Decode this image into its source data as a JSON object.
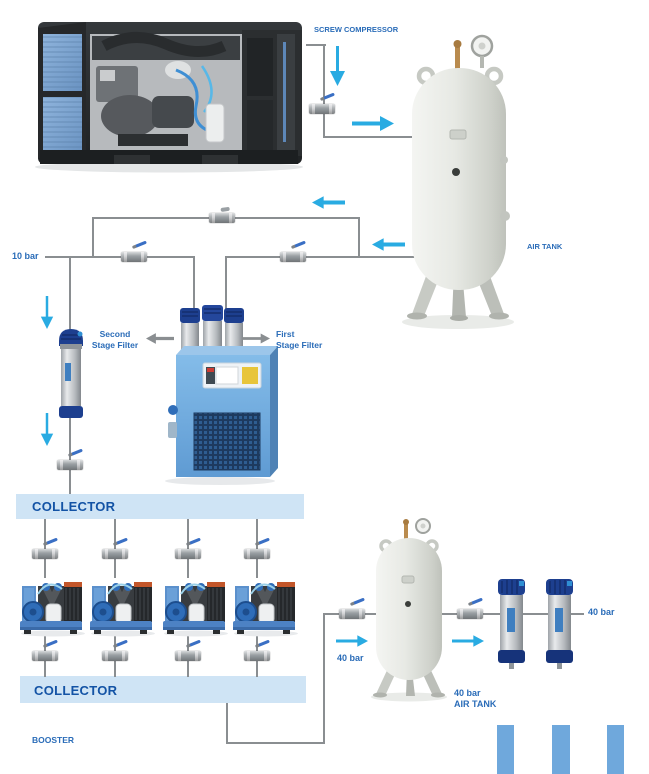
{
  "labels": {
    "screw_compressor": "SCREW COMPRESSOR",
    "air_tank": "AIR TANK",
    "pressure_main": "10 bar",
    "second_stage_filter": [
      "Second",
      "Stage Filter"
    ],
    "first_stage_filter": [
      "First",
      "Stage Filter"
    ],
    "collector_top": "COLLECTOR",
    "collector_bottom": "COLLECTOR",
    "booster": "BOOSTER",
    "pressure_40bar_before_tank": "40 bar",
    "tank_40bar": [
      "40 bar",
      "AIR TANK"
    ],
    "pressure_40bar_outlet": "40 bar"
  },
  "colors": {
    "label_blue": "#2a6cb8",
    "collector_text_blue": "#1353a5",
    "collector_bar_bg": "#cfe4f5",
    "flow_arrow_cyan": "#29abe2",
    "pipe_gray": "#8a8e91",
    "dryer_blue": "#6fb0e0",
    "equipment_navy": "#1d3f8f",
    "valve_handle_blue": "#3a6fc4",
    "bottom_bars_blue": "#6fa8dc"
  }
}
